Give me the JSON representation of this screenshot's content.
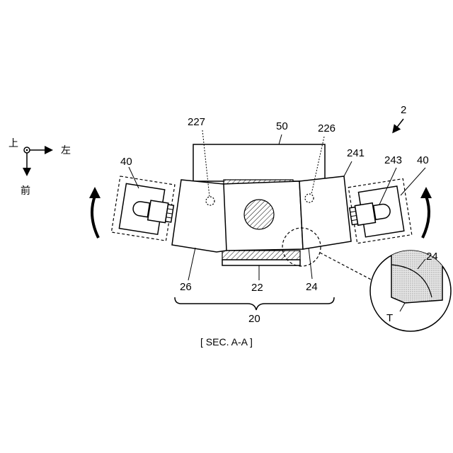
{
  "directions": {
    "up": "上",
    "left": "左",
    "front": "前"
  },
  "labels": {
    "assembly": "2",
    "l50": "50",
    "l227": "227",
    "l226": "226",
    "l241": "241",
    "l243": "243",
    "l40_left": "40",
    "l40_right": "40",
    "l26": "26",
    "l22": "22",
    "l24": "24",
    "l20": "20",
    "detail_24": "24",
    "detail_T": "T"
  },
  "caption": "[ SEC. A-A ]"
}
